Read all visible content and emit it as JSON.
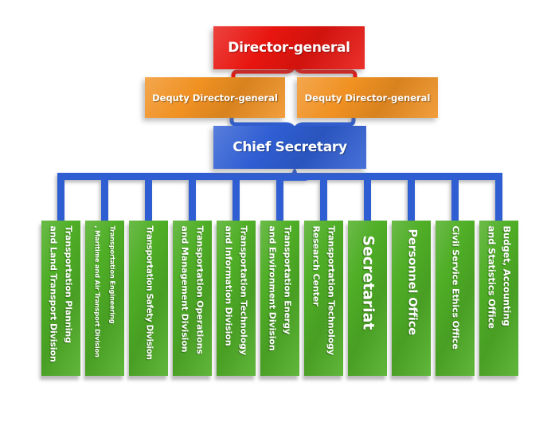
{
  "colors": {
    "director_box": "#e8150f",
    "deputy_box": "#f09122",
    "chief_box": "#2f5ed3",
    "department_box": "#4fae26",
    "connector_blue": "#2f5ed3",
    "connector_red": "#e8150f",
    "label_text": "#ffffff",
    "background": "#ffffff"
  },
  "org_chart": {
    "director_general": {
      "label": "Director-general"
    },
    "deputy_directors": [
      {
        "label": "Dequty Director-general"
      },
      {
        "label": "Dequty Director-general"
      }
    ],
    "chief_secretary": {
      "label": "Chief Secretary"
    },
    "departments": [
      {
        "label": "Transportation Planning\nand Land Transport Division"
      },
      {
        "label": "Transportation Engineering\n, Maritime and Air Transport Division"
      },
      {
        "label": "Transportation Safety Division"
      },
      {
        "label": "Transportation Operations\nand Management Division"
      },
      {
        "label": "Transportation Technology\nand Information Division"
      },
      {
        "label": "Transportation Energy\nand Environment Division"
      },
      {
        "label": "Transportation Technology\nResearch Center"
      },
      {
        "label": "Secretariat"
      },
      {
        "label": "Personnel Office"
      },
      {
        "label": "Civil Service Ethics Office"
      },
      {
        "label": "Budget, Accounting\nand Statistics Office"
      }
    ]
  }
}
